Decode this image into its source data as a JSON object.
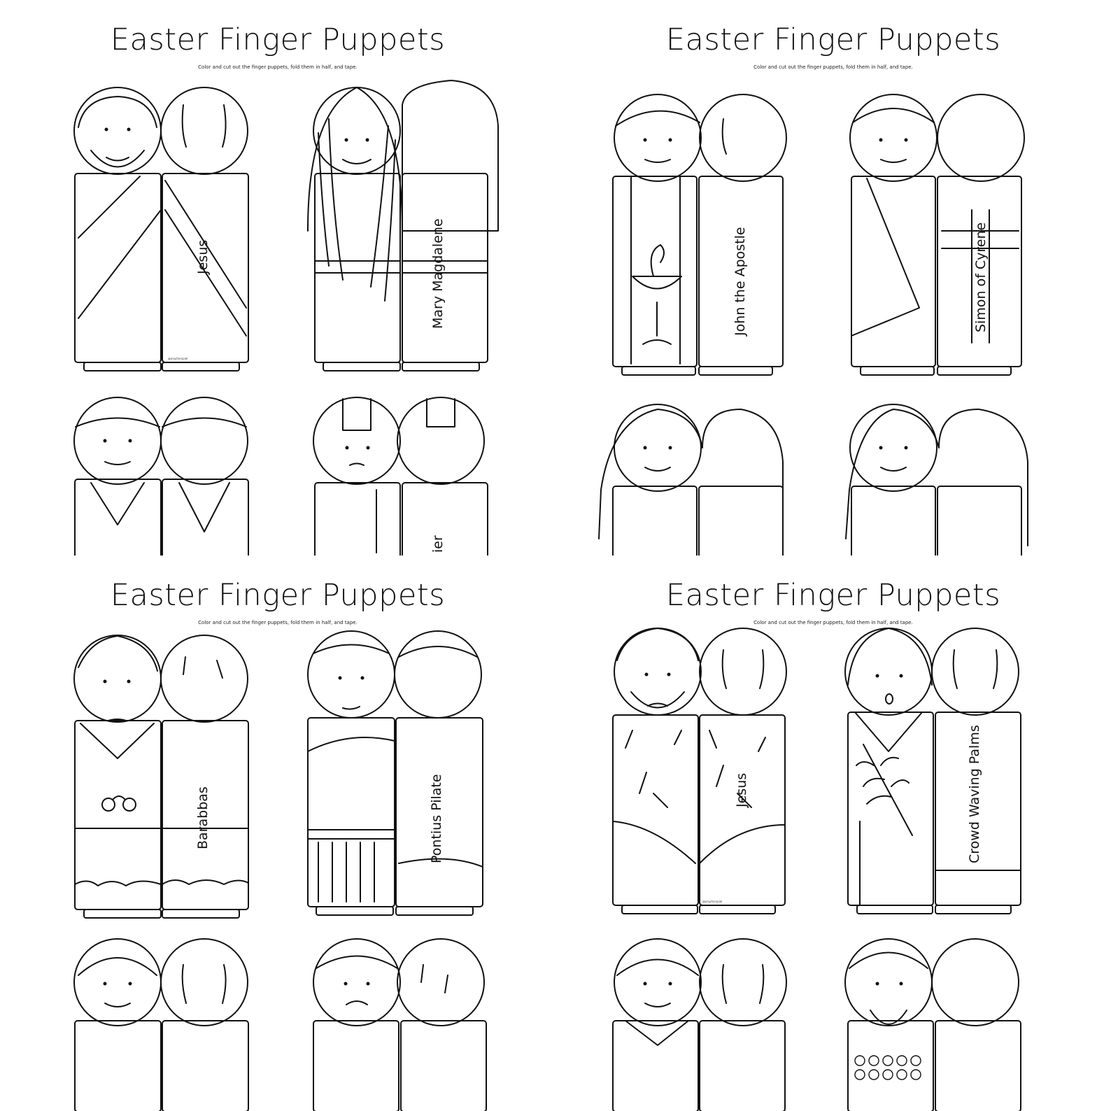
{
  "pages": [
    {
      "title": "Easter Finger Puppets",
      "subtitle": "Color and cut out the finger puppets, fold them in half, and tape.",
      "puppets": [
        {
          "label": "Jesus",
          "credit": "@anyjhorspiel"
        },
        {
          "label": "Mary Magdalene"
        },
        {
          "label": ""
        },
        {
          "label": "ier"
        }
      ]
    },
    {
      "title": "Easter Finger Puppets",
      "subtitle": "Color and cut out the finger puppets, fold them in half, and tape.",
      "puppets": [
        {
          "label": "John the Apostle"
        },
        {
          "label": "Simon of Cyrene"
        },
        {
          "label": ""
        },
        {
          "label": ""
        }
      ]
    },
    {
      "title": "Easter Finger Puppets",
      "subtitle": "Color and cut out the finger puppets, fold them in half, and tape.",
      "puppets": [
        {
          "label": "Barabbas"
        },
        {
          "label": "Pontius Pilate"
        },
        {
          "label": ""
        },
        {
          "label": ""
        }
      ]
    },
    {
      "title": "Easter Finger Puppets",
      "subtitle": "Color and cut out the finger puppets, fold them in half, and tape.",
      "puppets": [
        {
          "label": "Jesus",
          "credit": "@anyjhorspiel"
        },
        {
          "label": "Crowd Waving Palms"
        },
        {
          "label": ""
        },
        {
          "label": ""
        }
      ]
    }
  ]
}
